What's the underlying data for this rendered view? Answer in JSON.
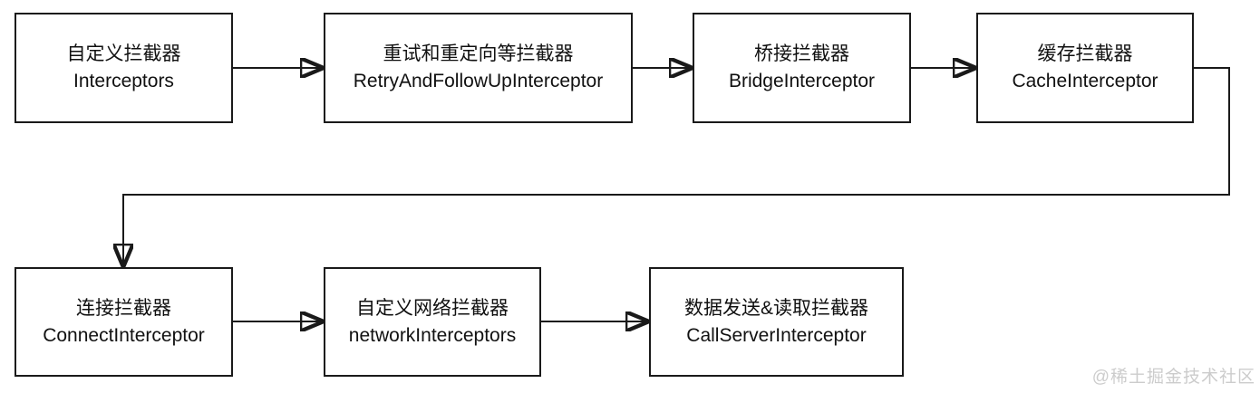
{
  "diagram": {
    "type": "flowchart",
    "description": "OkHttp interceptor chain",
    "colors": {
      "line": "#1a1a1a",
      "text": "#111111",
      "background": "#ffffff",
      "watermark": "#cccccc"
    },
    "nodes": [
      {
        "id": "interceptors",
        "label_zh": "自定义拦截器",
        "label_en": "Interceptors"
      },
      {
        "id": "retry",
        "label_zh": "重试和重定向等拦截器",
        "label_en": "RetryAndFollowUpInterceptor"
      },
      {
        "id": "bridge",
        "label_zh": "桥接拦截器",
        "label_en": "BridgeInterceptor"
      },
      {
        "id": "cache",
        "label_zh": "缓存拦截器",
        "label_en": "CacheInterceptor"
      },
      {
        "id": "connect",
        "label_zh": "连接拦截器",
        "label_en": "ConnectInterceptor"
      },
      {
        "id": "network",
        "label_zh": "自定义网络拦截器",
        "label_en": "networkInterceptors"
      },
      {
        "id": "callserver",
        "label_zh": "数据发送&读取拦截器",
        "label_en": "CallServerInterceptor"
      }
    ],
    "edges": [
      {
        "from": "interceptors",
        "to": "retry"
      },
      {
        "from": "retry",
        "to": "bridge"
      },
      {
        "from": "bridge",
        "to": "cache"
      },
      {
        "from": "cache",
        "to": "connect"
      },
      {
        "from": "connect",
        "to": "network"
      },
      {
        "from": "network",
        "to": "callserver"
      }
    ],
    "watermark": "@稀土掘金技术社区"
  }
}
